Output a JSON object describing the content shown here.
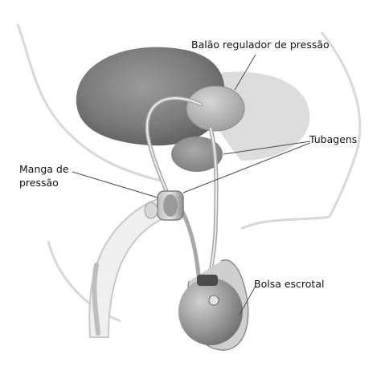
{
  "diagram": {
    "labels": {
      "pressure_balloon": "Balão regulador de pressão",
      "tubing": "Tubagens",
      "cuff_line1": "Manga de",
      "cuff_line2": "pressão",
      "scrotal_pump": "Bolsa escrotal"
    }
  }
}
